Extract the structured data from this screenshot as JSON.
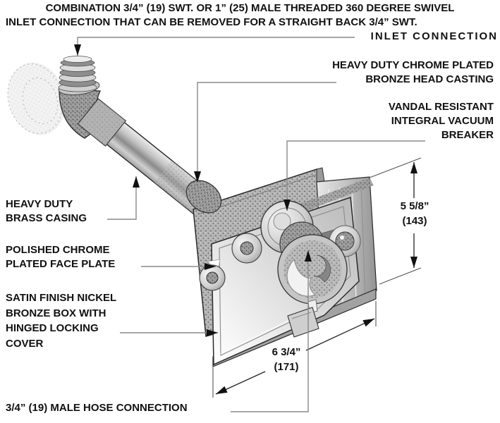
{
  "title": {
    "line1": "COMBINATION 3/4” (19) SWT. OR 1” (25) MALE THREADED 360 DEGREE SWIVEL",
    "line2": "INLET CONNECTION THAT CAN BE REMOVED FOR A STRAIGHT BACK 3/4” SWT.",
    "line3": "INLET CONNECTION"
  },
  "callouts": {
    "head_casting": {
      "lines": [
        "HEAVY DUTY CHROME PLATED",
        "BRONZE HEAD CASTING"
      ]
    },
    "vacuum_breaker": {
      "lines": [
        "VANDAL RESISTANT",
        "INTEGRAL VACUUM",
        "BREAKER"
      ]
    },
    "brass_casing": {
      "lines": [
        "HEAVY DUTY",
        "BRASS CASING"
      ]
    },
    "face_plate": {
      "lines": [
        "POLISHED CHROME",
        "PLATED FACE PLATE"
      ]
    },
    "box": {
      "lines": [
        "SATIN FINISH NICKEL",
        "BRONZE BOX WITH",
        "HINGED LOCKING",
        "COVER"
      ]
    },
    "hose_connection": {
      "lines": [
        "3/4” (19) MALE HOSE CONNECTION"
      ]
    }
  },
  "dimensions": {
    "height": {
      "imperial": "5 5/8”",
      "metric": "(143)"
    },
    "width": {
      "imperial": "6 3/4”",
      "metric": "(171)"
    }
  },
  "colors": {
    "ink": "#111111",
    "leader_line": "#8a8a8a",
    "dimension_line": "#222222",
    "extension_line": "#555555",
    "background": "#ffffff",
    "metal_light": "#f2f2f2",
    "metal_mid": "#bdbdbd",
    "metal_dark": "#8c8c8c"
  }
}
